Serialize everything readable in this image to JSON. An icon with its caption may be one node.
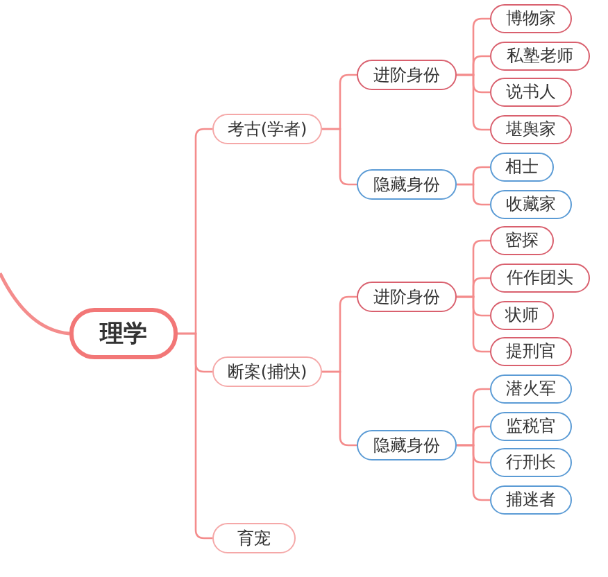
{
  "diagram": {
    "nodes": [
      {
        "text": [
          "理学"
        ]
      },
      {
        "text": [
          "考古(学者)"
        ]
      },
      {
        "text": [
          "进阶身份"
        ]
      },
      {
        "text": [
          "博物家"
        ]
      },
      {
        "text": [
          "私塾老师"
        ]
      },
      {
        "text": [
          "说书人"
        ]
      },
      {
        "text": [
          "堪舆家"
        ]
      },
      {
        "text": [
          "隐藏身份"
        ]
      },
      {
        "text": [
          "相士"
        ]
      },
      {
        "text": [
          "收藏家"
        ]
      },
      {
        "text": [
          "断案(捕快)"
        ]
      },
      {
        "text": [
          "进阶身份"
        ]
      },
      {
        "text": [
          "密探"
        ]
      },
      {
        "text": [
          "仵作团头"
        ]
      },
      {
        "text": [
          "状师"
        ]
      },
      {
        "text": [
          "提刑官"
        ]
      },
      {
        "text": [
          "隐藏身份"
        ]
      },
      {
        "text": [
          "潜火军"
        ]
      },
      {
        "text": [
          "监税官"
        ]
      },
      {
        "text": [
          "行刑长"
        ]
      },
      {
        "text": [
          "捕迷者"
        ]
      },
      {
        "text": [
          "育宠"
        ]
      }
    ],
    "edges": [
      {
        "from": null,
        "to": 0,
        "arrow": "none"
      },
      {
        "from": 0,
        "to": 1,
        "arrow": "none"
      },
      {
        "from": 0,
        "to": 10,
        "arrow": "none"
      },
      {
        "from": 0,
        "to": 21,
        "arrow": "none"
      },
      {
        "from": 1,
        "to": 2,
        "arrow": "none"
      },
      {
        "from": 1,
        "to": 7,
        "arrow": "none"
      },
      {
        "from": 2,
        "to": 3,
        "arrow": "none"
      },
      {
        "from": 2,
        "to": 4,
        "arrow": "none"
      },
      {
        "from": 2,
        "to": 5,
        "arrow": "none"
      },
      {
        "from": 2,
        "to": 6,
        "arrow": "none"
      },
      {
        "from": 7,
        "to": 8,
        "arrow": "none"
      },
      {
        "from": 7,
        "to": 9,
        "arrow": "none"
      },
      {
        "from": 10,
        "to": 11,
        "arrow": "none"
      },
      {
        "from": 10,
        "to": 16,
        "arrow": "none"
      },
      {
        "from": 11,
        "to": 12,
        "arrow": "none"
      },
      {
        "from": 11,
        "to": 13,
        "arrow": "none"
      },
      {
        "from": 11,
        "to": 14,
        "arrow": "none"
      },
      {
        "from": 11,
        "to": 15,
        "arrow": "none"
      },
      {
        "from": 16,
        "to": 17,
        "arrow": "none"
      },
      {
        "from": 16,
        "to": 18,
        "arrow": "none"
      },
      {
        "from": 16,
        "to": 19,
        "arrow": "none"
      },
      {
        "from": 16,
        "to": 20,
        "arrow": "none"
      }
    ]
  }
}
